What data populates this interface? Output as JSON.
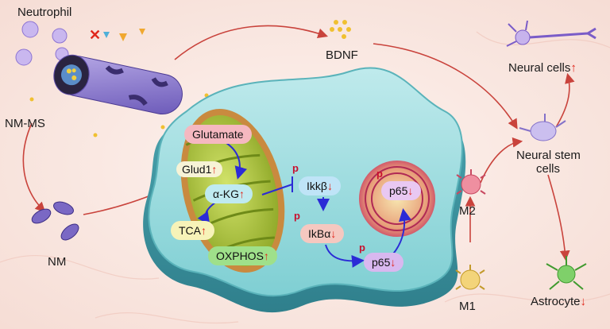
{
  "labels": {
    "neutrophil": "Neutrophil",
    "nm_ms": "NM-MS",
    "nm": "NM",
    "bdnf": "BDNF",
    "neural_cells": "Neural cells",
    "neural_stem_cells_1": "Neural stem",
    "neural_stem_cells_2": "cells",
    "m2": "M2",
    "m1": "M1",
    "astrocyte": "Astrocyte"
  },
  "pathway": {
    "glutamate": "Glutamate",
    "glud1": "Glud1",
    "akg": "α-KG",
    "tca": "TCA",
    "oxphos": "OXPHOS",
    "ikkb": "Ikkβ",
    "ikba": "IkBα",
    "p65_cyto": "p65",
    "p65_nuc": "p65",
    "phospho": "p"
  },
  "arrows": {
    "up": "↑",
    "down": "↓"
  },
  "colors": {
    "background": "#fbeee9",
    "cell_body": "#6ec6c9",
    "mitochondria": "#a9c43d",
    "nucleus": "#d94a72",
    "pathway_arrow": "#2b2bd6",
    "flow_arrow": "#c9433c",
    "indicator": "#e0261b"
  }
}
